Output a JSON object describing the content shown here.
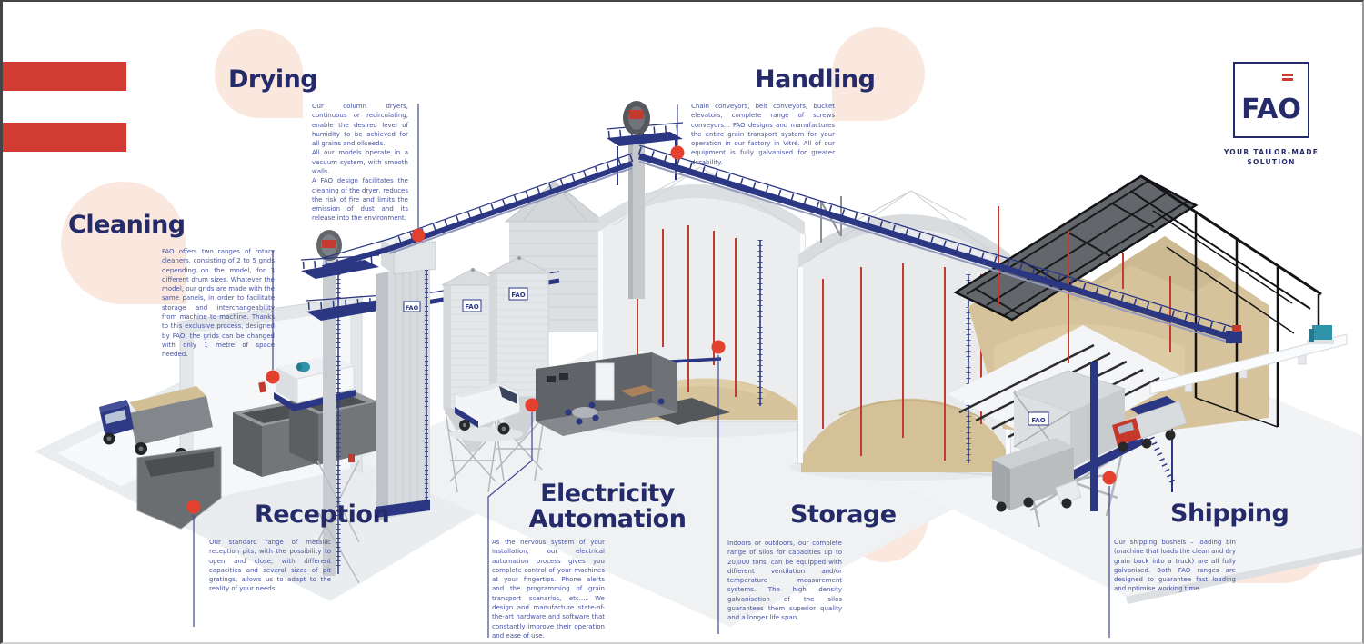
{
  "colors": {
    "heading": "#252b69",
    "body_text": "#4753a2",
    "accent_red": "#d23b31",
    "marker_red": "#e4402e",
    "blob_peach": "#fae8df",
    "structure_navy": "#2b3782",
    "grain_tan": "#d6c39b"
  },
  "brand": {
    "logo": "FAO",
    "tagline1": "YOUR TAILOR-MADE",
    "tagline2": "SOLUTION"
  },
  "sections": {
    "drying": {
      "title": "Drying",
      "body": "Our column dryers, continuous or recirculating, enable the desired level of humidity to be achieved for all grains and oilseeds.\nAll our models operate in a vacuum system, with smooth walls.\nA FAO design facilitates the cleaning of the dryer, reduces the risk of fire and limits the emission of dust and its release into the environment."
    },
    "cleaning": {
      "title": "Cleaning",
      "body": "FAO offers two ranges of rotary cleaners, consisting of 2 to 5 grids depending on the model, for 3 different drum sizes. Whatever the model, our grids are made with the same panels, in order to facilitate storage and interchangeability from machine to machine. Thanks to this exclusive process, designed by FAO, the grids can be changed with only 1 metre of space needed."
    },
    "handling": {
      "title": "Handling",
      "body": "Chain conveyors, belt conveyors, bucket elevators, complete range of screws conveyors... FAO designs and manufactures the entire grain transport system for your operation in our factory in Vitré. All of our equipment is fully galvanised for greater durability."
    },
    "reception": {
      "title": "Reception",
      "body": "Our standard range of metallic reception pits, with the possibility to open and close, with different capacities and several sizes of pit gratings, allows us to adapt to the reality of your needs."
    },
    "electricity": {
      "title": "Electricity\nAutomation",
      "body": "As the nervous system of your installation, our electrical automation process gives you complete control of your machines at your fingertips. Phone alerts and the programming of grain transport scenarios, etc.... We design and manufacture state-of-the-art hardware and software that constantly improve their operation and ease of use."
    },
    "storage": {
      "title": "Storage",
      "body": "Indoors or outdoors, our complete range of silos for capacities up to 20,000 tons, can be equipped with different ventilation and/or temperature measurement systems. The high density galvanisation of the silos guarantees them superior quality and a longer life span."
    },
    "shipping": {
      "title": "Shipping",
      "body": "Our shipping bushels – loading bin (machine that loads the clean and dry grain back into a truck) are all fully galvanised. Both FAO ranges are designed to guarantee fast loading and optimise working time."
    }
  },
  "illustration": {
    "brand": "FAO"
  }
}
